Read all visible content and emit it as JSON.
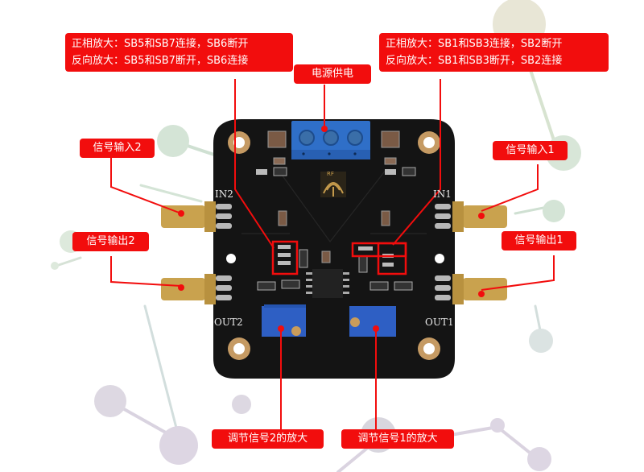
{
  "callouts": {
    "sb_left": {
      "line1": "正相放大：SB5和SB7连接，SB6断开",
      "line2": "反向放大：SB5和SB7断开，SB6连接"
    },
    "sb_right": {
      "line1": "正相放大：SB1和SB3连接，SB2断开",
      "line2": "反向放大：SB1和SB3断开，SB2连接"
    },
    "power": "电源供电",
    "input2": "信号输入2",
    "output2": "信号输出2",
    "input1": "信号输入1",
    "output1": "信号输出1",
    "gain2": "调节信号2的放大",
    "gain1": "调节信号1的放大"
  },
  "board": {
    "silkscreen": {
      "in2": "IN2",
      "in1": "IN1",
      "out2": "OUT2",
      "out1": "OUT1",
      "rf_logo": "RF"
    }
  },
  "colors": {
    "callout_red": "#f20d0d",
    "pcb_black": "#141414",
    "terminal_blue": "#2f6fc8",
    "pot_blue": "#2e5fc4",
    "sma_gold": "#c9a24e"
  }
}
